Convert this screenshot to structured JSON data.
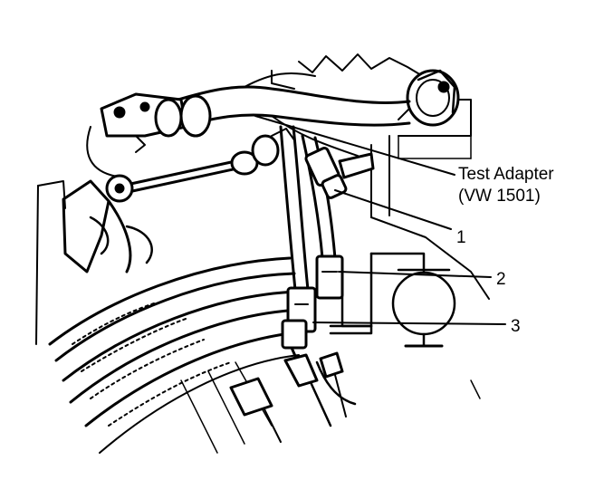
{
  "callouts": [
    {
      "id": "test-adapter",
      "lines": [
        "Test Adapter",
        "(VW 1501)"
      ]
    },
    {
      "id": "item-1",
      "lines": [
        "1"
      ]
    },
    {
      "id": "item-2",
      "lines": [
        "2"
      ]
    },
    {
      "id": "item-3",
      "lines": [
        "3"
      ]
    }
  ],
  "colors": {
    "ink": "#000000",
    "paper": "#ffffff"
  }
}
